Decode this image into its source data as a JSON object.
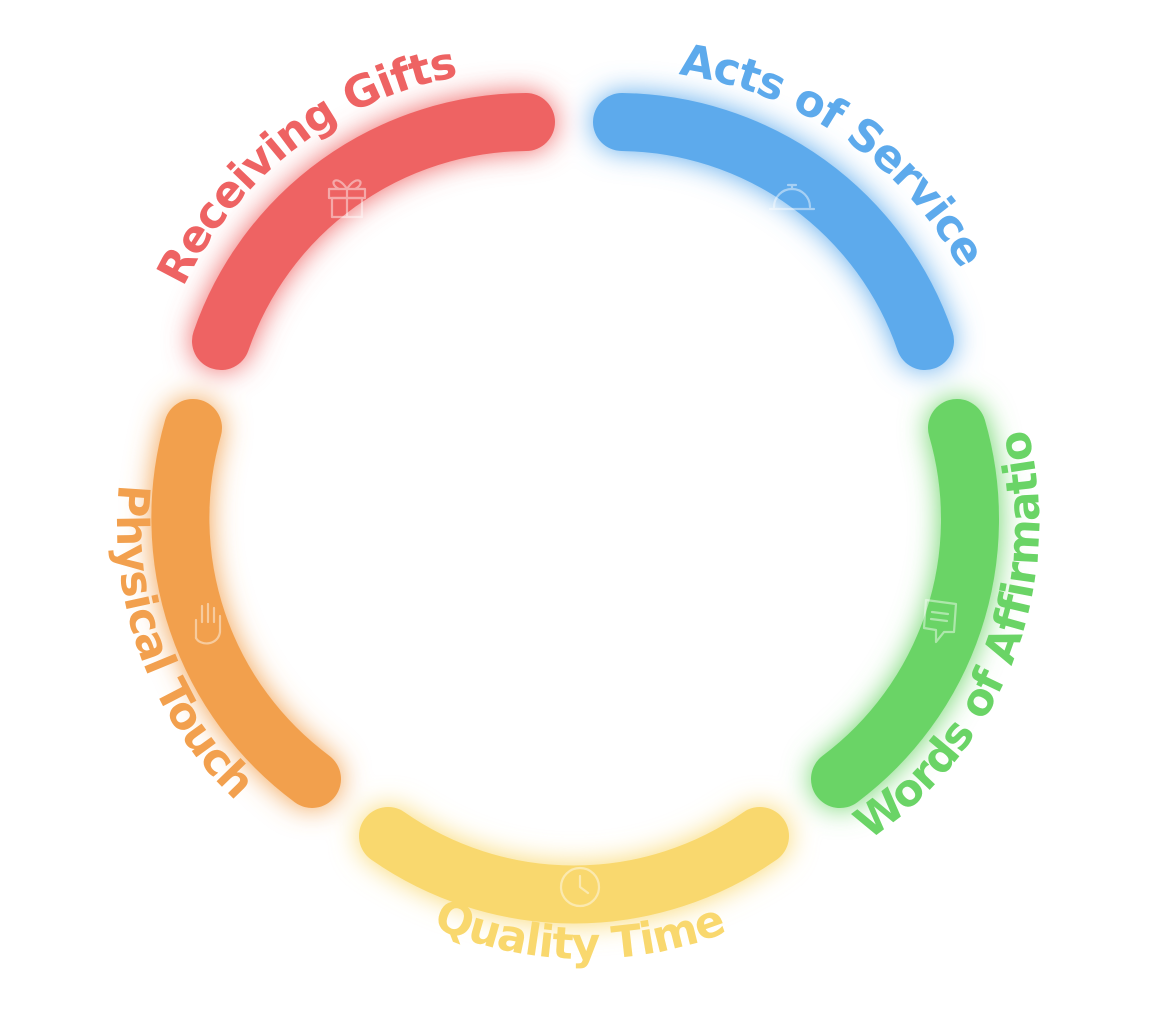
{
  "diagram": {
    "segments": [
      {
        "id": "receiving-gifts",
        "label": "Receiving Gifts",
        "color": "#EE6363",
        "icon": "gift-icon"
      },
      {
        "id": "acts-of-service",
        "label": "Acts of Service",
        "color": "#5DAAEC",
        "icon": "service-bell-icon"
      },
      {
        "id": "words-of-affirmation",
        "label": "Words of Affirmation",
        "color": "#6AD466",
        "icon": "speech-bubble-icon"
      },
      {
        "id": "quality-time",
        "label": "Quality Time",
        "color": "#F9D86E",
        "icon": "clock-icon"
      },
      {
        "id": "physical-touch",
        "label": "Physical Touch",
        "color": "#F2A04E",
        "icon": "hand-icon"
      }
    ]
  }
}
